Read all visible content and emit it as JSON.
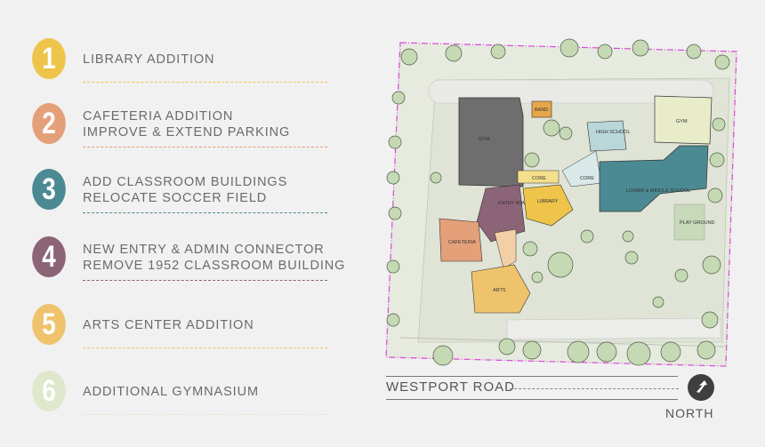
{
  "legend": {
    "items": [
      {
        "number": "1",
        "line1": "LIBRARY ADDITION",
        "line2": "",
        "color": "#eec44a"
      },
      {
        "number": "2",
        "line1": "CAFETERIA ADDITION",
        "line2": "IMPROVE & EXTEND PARKING",
        "color": "#e4a079"
      },
      {
        "number": "3",
        "line1": "ADD CLASSROOM BUILDINGS",
        "line2": "RELOCATE SOCCER FIELD",
        "color": "#4b8a93"
      },
      {
        "number": "4",
        "line1": "NEW ENTRY & ADMIN CONNECTOR",
        "line2": "REMOVE 1952 CLASSROOM BUILDING",
        "color": "#8c6478"
      },
      {
        "number": "5",
        "line1": "ARTS CENTER ADDITION",
        "line2": "",
        "color": "#eec36c"
      },
      {
        "number": "6",
        "line1": "ADDITIONAL GYMNASIUM",
        "line2": "",
        "color": "#dfe7cc"
      }
    ]
  },
  "site_plan": {
    "buildings": {
      "gym_existing": "GYM",
      "band": "BAND",
      "high_school": "HIGH SCHOOL",
      "gym_new": "GYM",
      "core_left": "CORE",
      "core_right": "CORE",
      "entry_admin": "ENTRY ADMIN",
      "library": "LIBRARY",
      "lower_middle": "LOWER & MIDDLE SCHOOL",
      "play_ground": "PLAY GROUND",
      "cafeteria": "CAFETERIA",
      "arts": "ARTS"
    },
    "road_name": "WESTPORT ROAD",
    "north_label": "NORTH"
  }
}
